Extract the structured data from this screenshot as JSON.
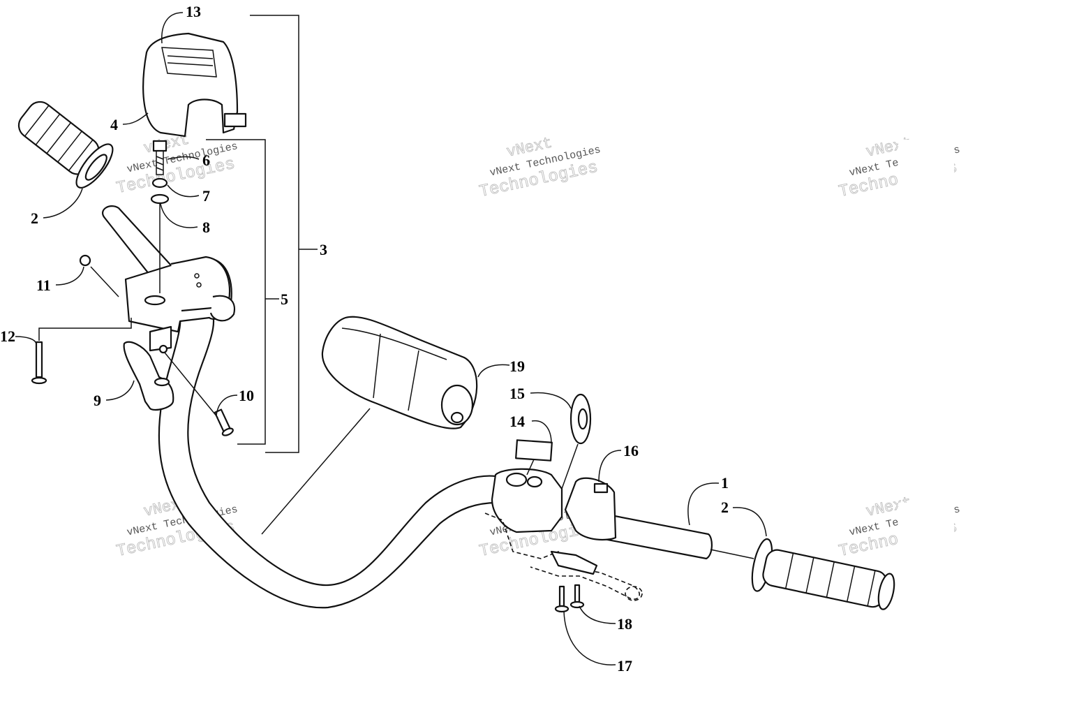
{
  "watermark": {
    "line1": "vNext",
    "line2": "vNext Technologies",
    "line3": "Technologies"
  },
  "callouts": {
    "c1": "1",
    "c2a": "2",
    "c2b": "2",
    "c3": "3",
    "c4": "4",
    "c5": "5",
    "c6": "6",
    "c7": "7",
    "c8": "8",
    "c9": "9",
    "c10": "10",
    "c11": "11",
    "c12": "12",
    "c13": "13",
    "c14": "14",
    "c15": "15",
    "c16": "16",
    "c17": "17",
    "c18": "18",
    "c19": "19"
  }
}
